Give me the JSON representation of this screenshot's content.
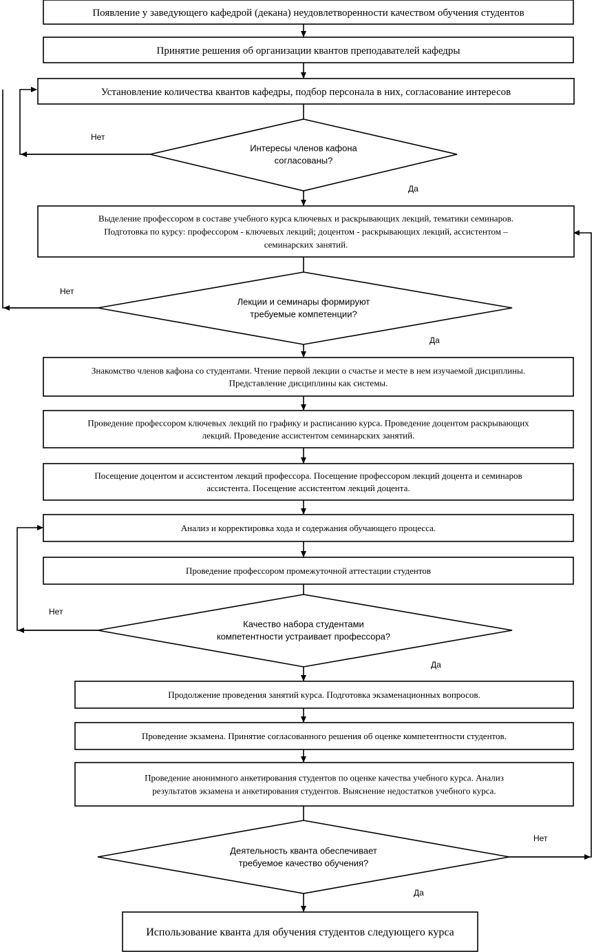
{
  "flowchart": {
    "boxes": {
      "b1": [
        "Появление у заведующего кафедрой (декана) неудовлетворенности качеством обучения студентов"
      ],
      "b2": [
        "Принятие решения об организации квантов преподавателей кафедры"
      ],
      "b3": [
        "Установление количества квантов кафедры, подбор персонала в них, согласование интересов"
      ],
      "b4": [
        "Выделение профессором в составе учебного курса ключевых и раскрывающих лекций, тематики семинаров.",
        "Подготовка по курсу: профессором - ключевых лекций; доцентом - раскрывающих лекций, ассистентом –",
        "семинарских занятий."
      ],
      "b5": [
        "Знакомство членов кафона со студентами. Чтение первой лекции о счастье и месте в нем изучаемой дисциплины.",
        "Представление дисциплины как системы."
      ],
      "b6": [
        "Проведение профессором ключевых лекций по графику и расписанию курса. Проведение доцентом раскрывающих",
        "лекций. Проведение ассистентом семинарских занятий."
      ],
      "b7": [
        "Посещение доцентом и ассистентом лекций профессора. Посещение профессором лекций доцента и семинаров",
        "ассистента. Посещение ассистентом лекций доцента."
      ],
      "b8": [
        "Анализ и корректировка хода и содержания обучающего процесса."
      ],
      "b9": [
        "Проведение профессором промежуточной аттестации студентов"
      ],
      "b10": [
        "Продолжение проведения занятий курса. Подготовка экзаменационных вопросов."
      ],
      "b11": [
        "Проведение экзамена. Принятие согласованного решения об оценке компетентности студентов."
      ],
      "b12": [
        "Проведение анонимного анкетирования студентов по оценке качества учебного курса. Анализ",
        "результатов экзамена и анкетирования студентов. Выяснение недостатков учебного курса."
      ],
      "b13": [
        "Использование кванта для обучения студентов следующего курса"
      ]
    },
    "decisions": {
      "d1": [
        "Интересы членов кафона",
        "согласованы?"
      ],
      "d2": [
        "Лекции и семинары формируют",
        "требуемые компетенции?"
      ],
      "d3": [
        "Качество набора студентами",
        "компетентности устраивает профессора?"
      ],
      "d4": [
        "Деятельность кванта обеспечивает",
        "требуемое качество обучения?"
      ]
    },
    "labels": {
      "d1_no": "Нет",
      "d1_yes": "Да",
      "d2_no": "Нет",
      "d2_yes": "Да",
      "d3_no": "Нет",
      "d3_yes": "Да",
      "d4_no": "Нет",
      "d4_yes": "Да"
    }
  }
}
